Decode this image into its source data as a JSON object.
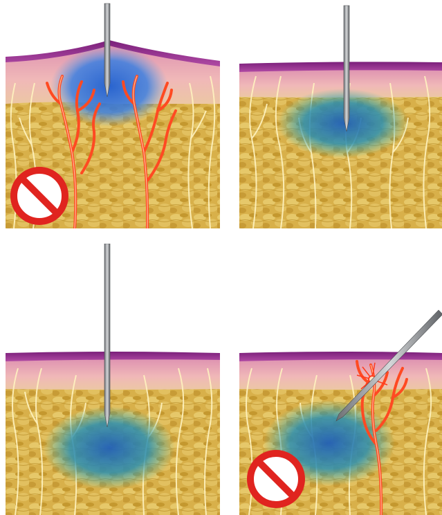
{
  "figure": {
    "panels": [
      {
        "id": "top-left",
        "verdict": "incorrect",
        "sign": "no-entry-sign",
        "needle": "vertical-shallow",
        "vessels": "red-dilated"
      },
      {
        "id": "top-right",
        "verdict": "correct",
        "sign": "",
        "needle": "vertical-deep",
        "vessels": "normal"
      },
      {
        "id": "bottom-left",
        "verdict": "correct",
        "sign": "",
        "needle": "vertical-deep",
        "vessels": "normal"
      },
      {
        "id": "bottom-right",
        "verdict": "incorrect",
        "sign": "no-entry-sign",
        "needle": "oblique-vessel-puncture",
        "vessels": "red-injured"
      }
    ],
    "colors": {
      "epidermis": "#8b2a86",
      "dermis": "#e8a9b8",
      "fat": "#d9b24a",
      "fat_dark": "#b98d2a",
      "injection": "#2f6fd0",
      "nerve": "#fff4c2",
      "vessel": "#ff4a22",
      "no_sign": "#e0241f",
      "needle": "#8c8f93"
    }
  }
}
